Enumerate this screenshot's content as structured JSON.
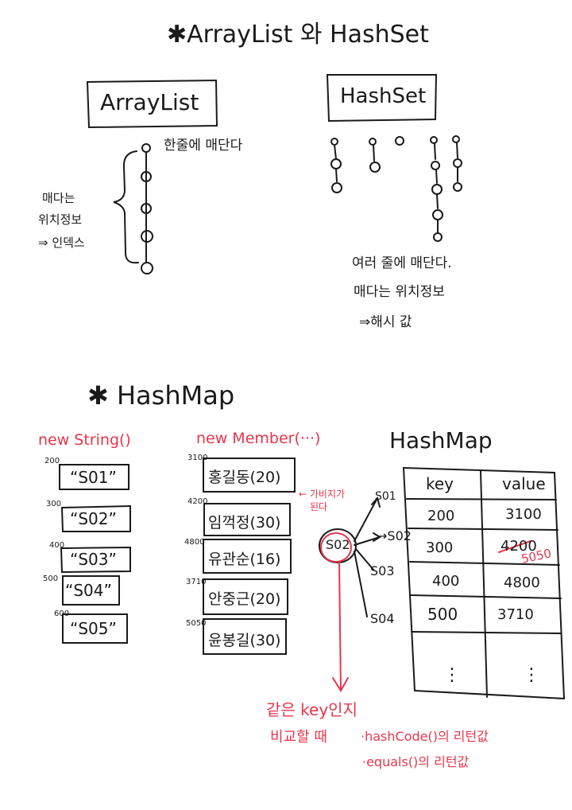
{
  "title": "✱ArrayList 와 HashSet",
  "arraylist": {
    "box_label": "ArrayList",
    "note": "한줄에 매단다",
    "side_note": [
      "매다는",
      "위치정보",
      "⇒ 인덱스"
    ]
  },
  "hashset": {
    "box_label": "HashSet",
    "notes": [
      "여러 줄에 매단다.",
      "매다는 위치정보",
      "⇒해시 값"
    ]
  },
  "hashmap_section": {
    "title": "✱ HashMap",
    "strings_header": "new String()",
    "members_header": "new Member(···)",
    "strings": [
      {
        "addr": "200",
        "text": "“S01”"
      },
      {
        "addr": "300",
        "text": "“S02”"
      },
      {
        "addr": "400",
        "text": "“S03”"
      },
      {
        "addr": "500",
        "text": "“S04”"
      },
      {
        "addr": "600",
        "text": "“S05”"
      }
    ],
    "members": [
      {
        "addr": "3100",
        "text": "홍길동(20)"
      },
      {
        "addr": "4200",
        "text": "임꺽정(30)"
      },
      {
        "addr": "4800",
        "text": "유관순(16)"
      },
      {
        "addr": "3710",
        "text": "안중근(20)"
      },
      {
        "addr": "5050",
        "text": "윤봉길(30)"
      }
    ],
    "garbage_note": [
      "← 가비지가",
      "된다"
    ],
    "key_circle": "S02",
    "branches": [
      "S01",
      "→S02",
      "S03",
      "S04"
    ],
    "compare_note": [
      "같은 key인지",
      "비교할 때"
    ],
    "methods": [
      "·hashCode()의 리턴값",
      "·equals()의 리턴값"
    ]
  },
  "hashmap_table": {
    "title": "HashMap",
    "headers": [
      "key",
      "value"
    ],
    "rows": [
      {
        "key": "200",
        "value": "3100",
        "struck": false,
        "replacement": ""
      },
      {
        "key": "300",
        "value": "4200",
        "struck": true,
        "replacement": "5050"
      },
      {
        "key": "400",
        "value": "4800",
        "struck": false,
        "replacement": ""
      },
      {
        "key": "500",
        "value": "3710",
        "struck": false,
        "replacement": ""
      }
    ],
    "ellipsis": "⋮"
  },
  "colors": {
    "ink": "#1a1a1a",
    "accent": "#e8364d"
  }
}
